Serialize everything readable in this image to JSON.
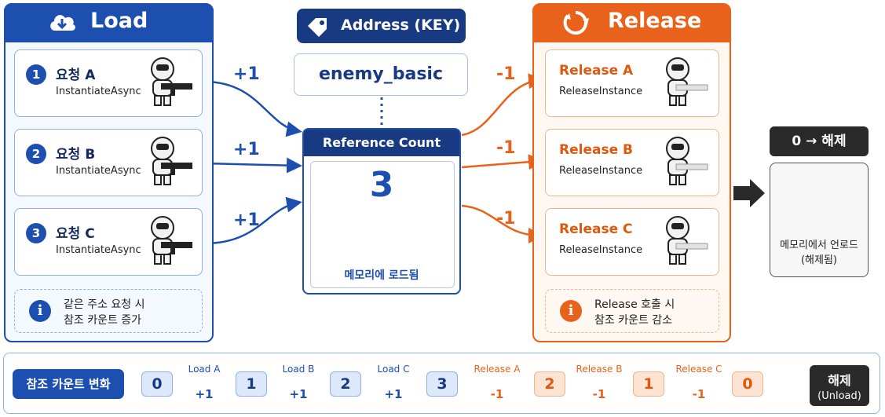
{
  "load": {
    "title": "Load",
    "requests": [
      {
        "num": "1",
        "title": "요청 A",
        "method": "InstantiateAsync",
        "delta": "+1"
      },
      {
        "num": "2",
        "title": "요청 B",
        "method": "InstantiateAsync",
        "delta": "+1"
      },
      {
        "num": "3",
        "title": "요청 C",
        "method": "InstantiateAsync",
        "delta": "+1"
      }
    ],
    "note_line1": "같은 주소 요청 시",
    "note_line2": "참조 카운트 증가"
  },
  "address": {
    "title": "Address (KEY)",
    "key": "enemy_basic"
  },
  "refcount": {
    "title": "Reference Count",
    "value": "3",
    "caption": "메모리에 로드됨"
  },
  "release": {
    "title": "Release",
    "items": [
      {
        "title": "Release A",
        "method": "ReleaseInstance",
        "delta": "-1"
      },
      {
        "title": "Release B",
        "method": "ReleaseInstance",
        "delta": "-1"
      },
      {
        "title": "Release C",
        "method": "ReleaseInstance",
        "delta": "-1"
      }
    ],
    "note_line1": "Release 호출 시",
    "note_line2": "참조 카운트 감소"
  },
  "unload": {
    "title": "0 → 해제",
    "line1": "메모리에서 언로드",
    "line2": "(해제됨)"
  },
  "timeline": {
    "label": "참조 카운트 변화",
    "counts": [
      "0",
      "1",
      "2",
      "3",
      "2",
      "1",
      "0"
    ],
    "steps": [
      {
        "label": "Load A",
        "delta": "+1"
      },
      {
        "label": "Load B",
        "delta": "+1"
      },
      {
        "label": "Load C",
        "delta": "+1"
      },
      {
        "label": "Release A",
        "delta": "-1"
      },
      {
        "label": "Release B",
        "delta": "-1"
      },
      {
        "label": "Release C",
        "delta": "-1"
      }
    ],
    "final_line1": "해제",
    "final_line2": "(Unload)"
  },
  "colors": {
    "load_blue": "#1d4fb0",
    "navy": "#183a82",
    "release_orange": "#e8621b",
    "dark": "#2a2a2a"
  }
}
